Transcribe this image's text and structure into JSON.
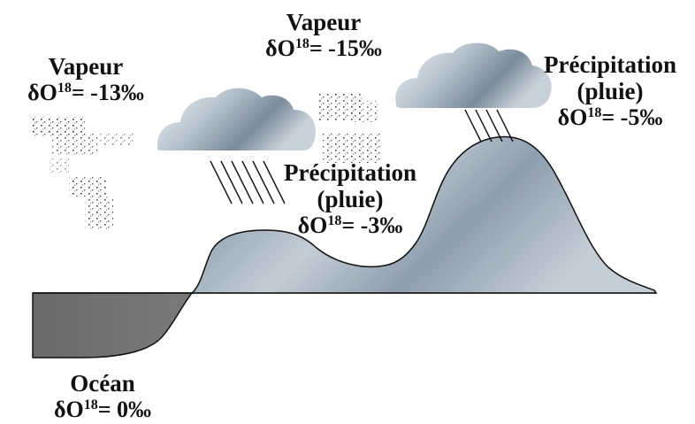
{
  "diagram": {
    "colors": {
      "land": "#b3bfcb",
      "land_dark": "#7f8f9f",
      "ocean": "#6e6e6e",
      "cloud_light": "#eef2f5",
      "cloud_dark": "#6c7e8f",
      "ink": "#111111"
    },
    "labels": {
      "vapeur_left": {
        "title": "Vapeur",
        "delta_symbol": "δO",
        "isotope": "18",
        "value": "= -13‰"
      },
      "vapeur_center": {
        "title": "Vapeur",
        "delta_symbol": "δO",
        "isotope": "18",
        "value": "= -15‰"
      },
      "precip_right": {
        "title_line1": "Précipitation",
        "title_line2": "(pluie)",
        "delta_symbol": "δO",
        "isotope": "18",
        "value": "= -5‰"
      },
      "precip_center": {
        "title_line1": "Précipitation",
        "title_line2": "(pluie)",
        "delta_symbol": "δO",
        "isotope": "18",
        "value": "= -3‰"
      },
      "ocean": {
        "title": "Océan",
        "delta_symbol": "δO",
        "isotope": "18",
        "value": "= 0‰"
      }
    }
  }
}
